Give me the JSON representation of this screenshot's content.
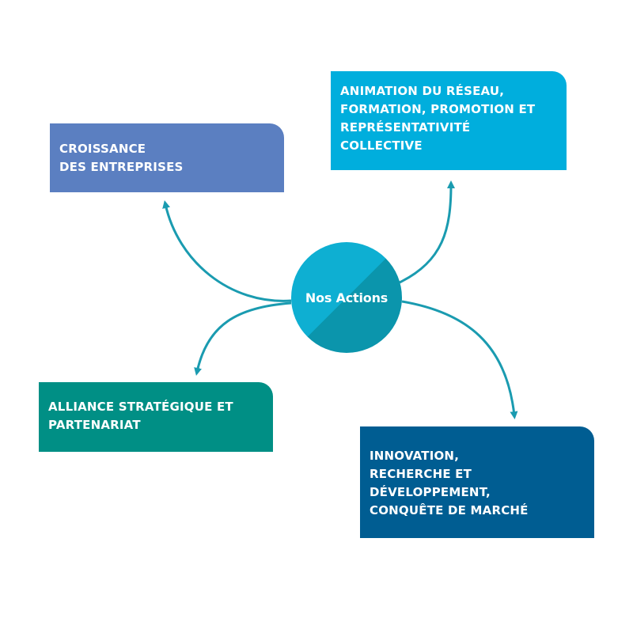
{
  "center": {
    "label": "Nos Actions",
    "color_light": "#0eafd2",
    "color_dark": "#0b95ac"
  },
  "boxes": {
    "croissance": {
      "text": "CROISSANCE\nDES ENTREPRISES",
      "color": "#5b7fc1"
    },
    "animation": {
      "text": "ANIMATION DU RÉSEAU,\nFORMATION, PROMOTION ET\nREPRÉSENTATIVITÉ\nCOLLECTIVE",
      "color": "#00aedd"
    },
    "alliance": {
      "text": "ALLIANCE STRATÉGIQUE ET\nPARTENARIAT",
      "color": "#008f85"
    },
    "innovation": {
      "text": "INNOVATION,\nRECHERCHE ET\nDÉVELOPPEMENT,\nCONQUÊTE DE MARCHÉ",
      "color": "#005d92"
    }
  },
  "arrow_color": "#1a9bb0"
}
